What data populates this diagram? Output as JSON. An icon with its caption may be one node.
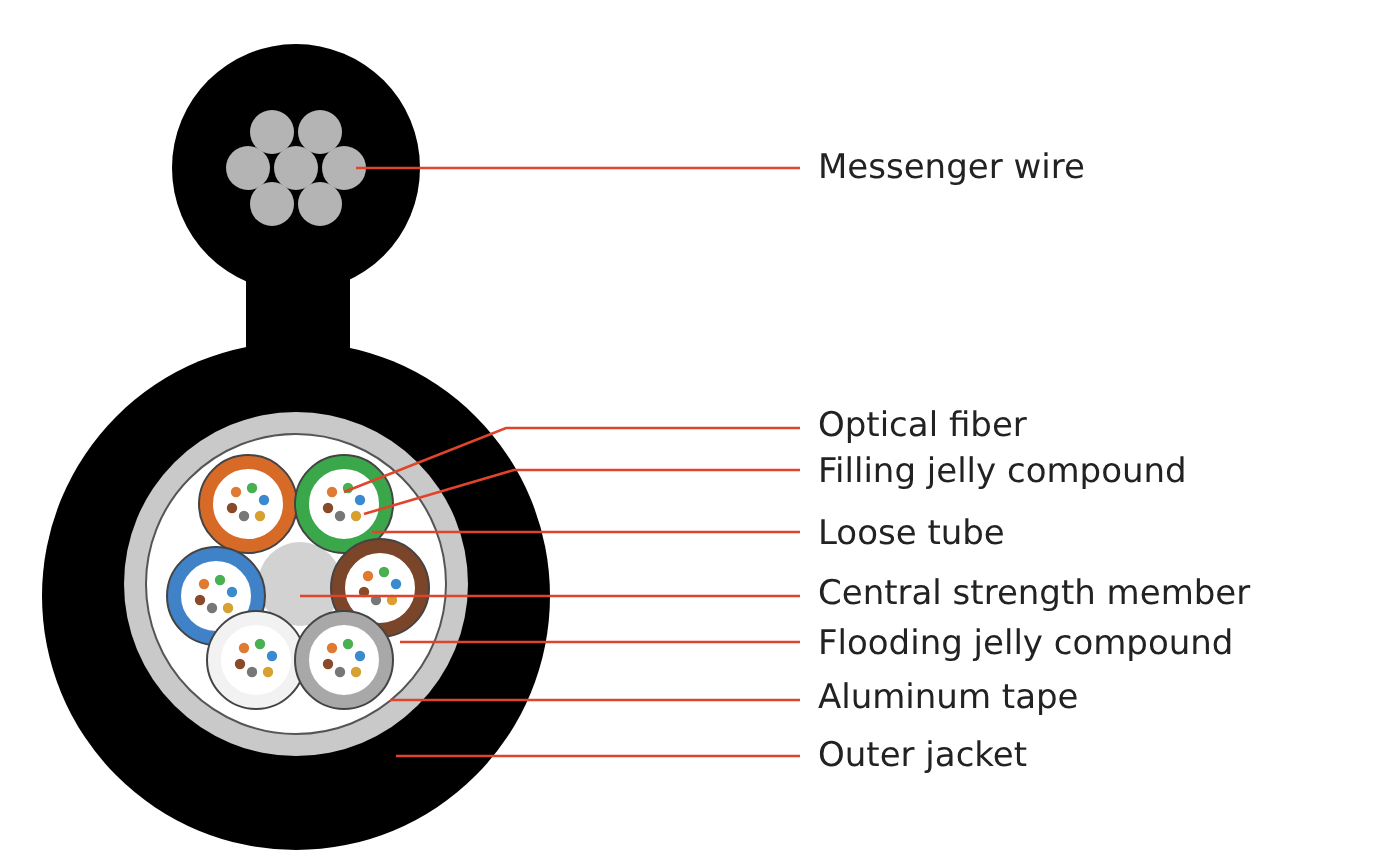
{
  "diagram": {
    "nodes": [
      {
        "text": [
          "Messenger wire"
        ]
      },
      {
        "text": [
          "Optical fiber"
        ]
      },
      {
        "text": [
          "Filling jelly compound"
        ]
      },
      {
        "text": [
          "Loose tube"
        ]
      },
      {
        "text": [
          "Central strength member"
        ]
      },
      {
        "text": [
          "Flooding jelly compound"
        ]
      },
      {
        "text": [
          "Aluminum tape"
        ]
      },
      {
        "text": [
          "Outer jacket"
        ]
      }
    ],
    "edges": [
      {
        "from": 0,
        "to": null,
        "arrow": "none"
      },
      {
        "from": 1,
        "to": null,
        "arrow": "none"
      },
      {
        "from": 2,
        "to": null,
        "arrow": "none"
      },
      {
        "from": 3,
        "to": null,
        "arrow": "none"
      },
      {
        "from": 4,
        "to": null,
        "arrow": "none"
      },
      {
        "from": 5,
        "to": null,
        "arrow": "none"
      },
      {
        "from": 6,
        "to": null,
        "arrow": "none"
      },
      {
        "from": 7,
        "to": null,
        "arrow": "none"
      }
    ]
  }
}
